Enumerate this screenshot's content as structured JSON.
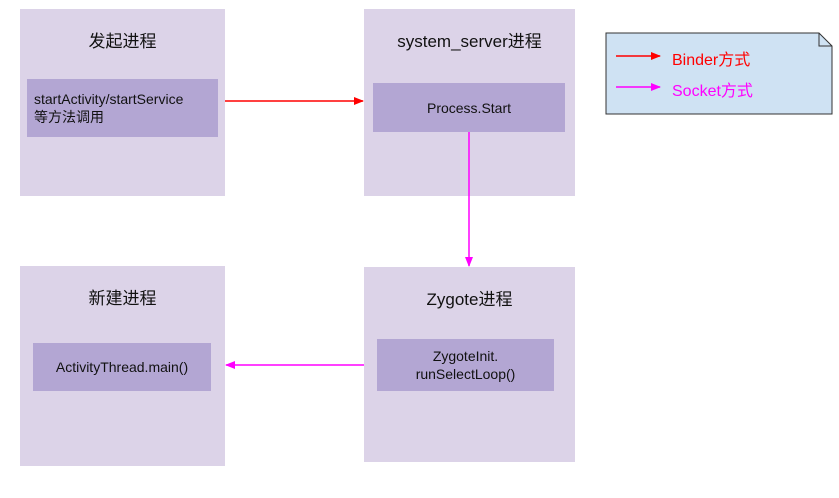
{
  "diagram": {
    "initiator": {
      "title": "发起进程",
      "inner_lines": [
        "startActivity/startService",
        "等方法调用"
      ]
    },
    "system_server": {
      "title": "system_server进程",
      "inner_lines": [
        "Process.Start"
      ]
    },
    "new_process": {
      "title": "新建进程",
      "inner_lines": [
        "ActivityThread.main()"
      ]
    },
    "zygote": {
      "title": "Zygote进程",
      "inner_lines": [
        "ZygoteInit.",
        "runSelectLoop()"
      ]
    }
  },
  "legend": {
    "binder_label": "Binder方式",
    "socket_label": "Socket方式"
  },
  "colors": {
    "binder": "#ff0000",
    "socket": "#ff00ff",
    "box_fill": "#dcd3e8",
    "inner_fill": "#b3a6d3",
    "legend_fill": "#cfe2f3"
  }
}
